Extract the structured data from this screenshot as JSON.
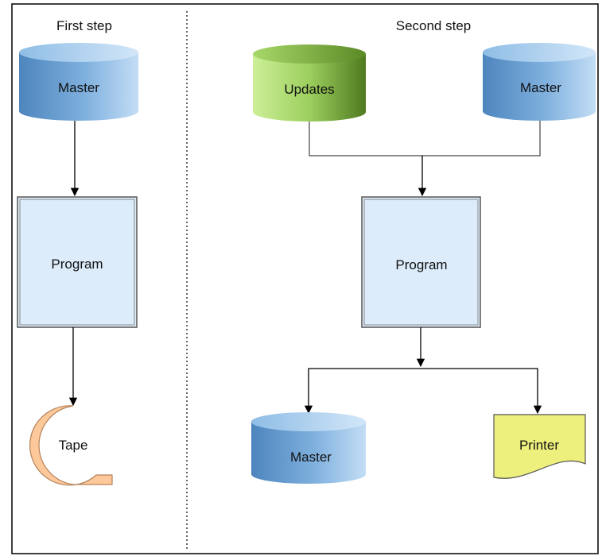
{
  "steps": [
    {
      "title": "First step"
    },
    {
      "title": "Second step"
    }
  ],
  "nodes": {
    "master_1": {
      "label": "Master",
      "shape": "cylinder",
      "color": "#5b95c9"
    },
    "program_1": {
      "label": "Program",
      "shape": "process",
      "color": "#ddeefc"
    },
    "tape": {
      "label": "Tape",
      "shape": "tape",
      "color": "#fdc89a"
    },
    "updates": {
      "label": "Updates",
      "shape": "cylinder",
      "color": "#a6d66d"
    },
    "master_2": {
      "label": "Master",
      "shape": "cylinder",
      "color": "#5b95c9"
    },
    "program_2": {
      "label": "Program",
      "shape": "process",
      "color": "#ddeefc"
    },
    "master_3": {
      "label": "Master",
      "shape": "cylinder",
      "color": "#5b95c9"
    },
    "printer": {
      "label": "Printer",
      "shape": "document",
      "color": "#eef07e"
    }
  },
  "edges": [
    {
      "from": "Master",
      "to": "Program",
      "step": "First step"
    },
    {
      "from": "Program",
      "to": "Tape",
      "step": "First step"
    },
    {
      "from": "Updates",
      "to": "Program",
      "step": "Second step"
    },
    {
      "from": "Master",
      "to": "Program",
      "step": "Second step"
    },
    {
      "from": "Program",
      "to": "Master",
      "step": "Second step"
    },
    {
      "from": "Program",
      "to": "Printer",
      "step": "Second step"
    }
  ]
}
